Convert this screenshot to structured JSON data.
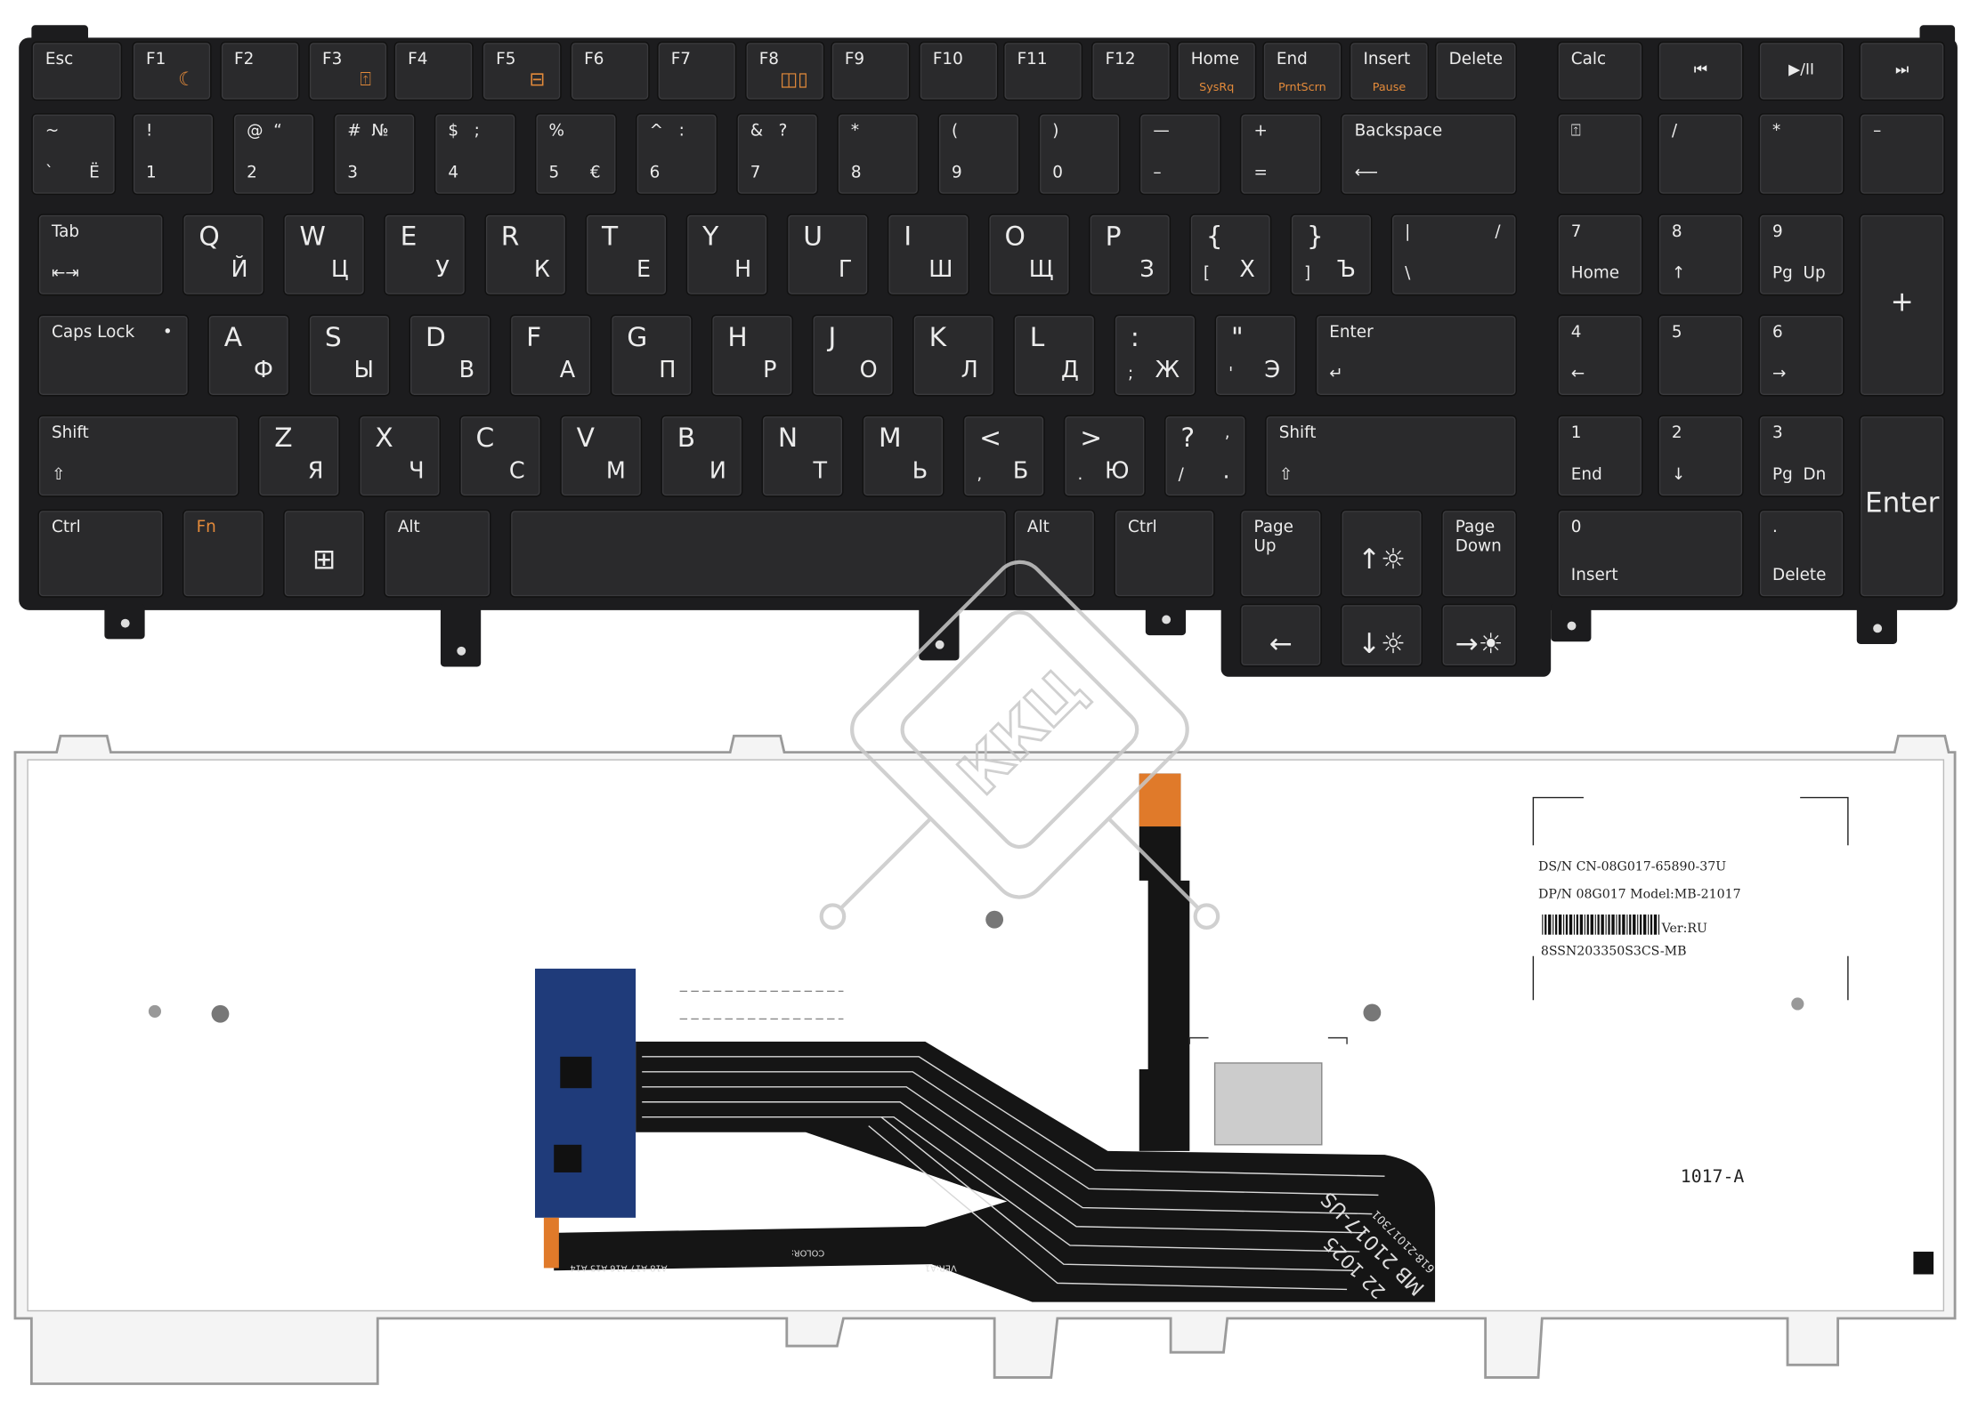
{
  "keyboard": {
    "fn_row": [
      {
        "t": "Esc"
      },
      {
        "t": "F1",
        "o": "☾",
        "icon": "moon-icon"
      },
      {
        "t": "F2"
      },
      {
        "t": "F3",
        "o": "⍐",
        "icon": "lock-icon"
      },
      {
        "t": "F4"
      },
      {
        "t": "F5",
        "o": "⊟",
        "icon": "touchpad-icon"
      },
      {
        "t": "F6"
      },
      {
        "t": "F7"
      },
      {
        "t": "F8",
        "o": "◫▯",
        "icon": "display-switch-icon"
      },
      {
        "t": "F9"
      },
      {
        "t": "F10"
      },
      {
        "t": "F11"
      },
      {
        "t": "F12"
      },
      {
        "t": "Home",
        "oc": "SysRq"
      },
      {
        "t": "End",
        "oc": "PrntScrn"
      },
      {
        "t": "Insert",
        "oc": "Pause"
      },
      {
        "t": "Delete"
      }
    ],
    "num_row": [
      {
        "t": "~",
        "b": "`",
        "br": "Ё"
      },
      {
        "t": "!",
        "b": "1"
      },
      {
        "t": "@  “",
        "b": "2"
      },
      {
        "t": "#  №",
        "b": "3"
      },
      {
        "t": "$   ;",
        "b": "4"
      },
      {
        "t": "%",
        "b": "5",
        "br": "€"
      },
      {
        "t": "^   :",
        "b": "6"
      },
      {
        "t": "&   ?",
        "b": "7"
      },
      {
        "t": "*",
        "b": "8"
      },
      {
        "t": "(",
        "b": "9"
      },
      {
        "t": ")",
        "b": "0"
      },
      {
        "t": "—",
        "b": "–"
      },
      {
        "t": "+",
        "b": "="
      },
      {
        "t": "Backspace",
        "b": "⟵"
      }
    ],
    "q_row": [
      {
        "t": "Tab",
        "b": "⇤⇥"
      },
      {
        "t": "Q",
        "br": "Й"
      },
      {
        "t": "W",
        "br": "Ц"
      },
      {
        "t": "E",
        "br": "У"
      },
      {
        "t": "R",
        "br": "К"
      },
      {
        "t": "T",
        "br": "Е"
      },
      {
        "t": "Y",
        "br": "Н"
      },
      {
        "t": "U",
        "br": "Г"
      },
      {
        "t": "I",
        "br": "Ш"
      },
      {
        "t": "O",
        "br": "Щ"
      },
      {
        "t": "P",
        "br": "З"
      },
      {
        "t": "{",
        "b": "[",
        "br": "Х"
      },
      {
        "t": "}",
        "b": "]",
        "br": "Ъ"
      },
      {
        "t": "|",
        "tr": "/",
        "b": "\\"
      }
    ],
    "a_row": [
      {
        "t": "Caps Lock",
        "tr": "•"
      },
      {
        "t": "A",
        "br": "Ф"
      },
      {
        "t": "S",
        "br": "Ы"
      },
      {
        "t": "D",
        "br": "В"
      },
      {
        "t": "F",
        "br": "А"
      },
      {
        "t": "G",
        "br": "П"
      },
      {
        "t": "H",
        "br": "Р"
      },
      {
        "t": "J",
        "br": "О"
      },
      {
        "t": "K",
        "br": "Л"
      },
      {
        "t": "L",
        "br": "Д"
      },
      {
        "t": ":",
        "b": ";",
        "br": "Ж"
      },
      {
        "t": "\"",
        "b": "'",
        "br": "Э"
      },
      {
        "t": "Enter",
        "b": "↵"
      }
    ],
    "z_row": [
      {
        "t": "Shift",
        "b": "⇧"
      },
      {
        "t": "Z",
        "br": "Я"
      },
      {
        "t": "X",
        "br": "Ч"
      },
      {
        "t": "C",
        "br": "С"
      },
      {
        "t": "V",
        "br": "М"
      },
      {
        "t": "B",
        "br": "И"
      },
      {
        "t": "N",
        "br": "Т"
      },
      {
        "t": "M",
        "br": "Ь"
      },
      {
        "t": "<",
        "b": ",",
        "br": "Б"
      },
      {
        "t": ">",
        "b": ".",
        "br": "Ю"
      },
      {
        "t": "?",
        "tr": ",",
        "b": "/",
        "br": "."
      },
      {
        "t": "Shift",
        "b": "⇧"
      }
    ],
    "bottom_row": [
      {
        "t": "Ctrl"
      },
      {
        "t": "Fn"
      },
      {
        "mid": "⊞",
        "icon": "windows-icon"
      },
      {
        "t": "Alt"
      },
      {
        "t": ""
      },
      {
        "t": "Alt"
      },
      {
        "t": "Ctrl"
      },
      {
        "t": "Page\nUp"
      },
      {
        "mid": "↑☼",
        "icon": "arrow-up-brightness-icon"
      },
      {
        "t": "Page\nDown"
      }
    ],
    "arrow_row": [
      {
        "mid": "←",
        "icon": "arrow-left-icon"
      },
      {
        "mid": "↓☼",
        "icon": "arrow-down-brightness-icon"
      },
      {
        "mid": "→☀",
        "icon": "arrow-right-kbd-light-icon"
      }
    ],
    "numpad": [
      {
        "t": "Calc"
      },
      {
        "ctr": "⏮"
      },
      {
        "ctr": "▶/II"
      },
      {
        "ctr": "⏭"
      },
      {
        "t": "⍐",
        "icon": "numlock-icon"
      },
      {
        "t": "/"
      },
      {
        "t": "*"
      },
      {
        "t": "–"
      },
      {
        "t": "7",
        "b": "Home"
      },
      {
        "t": "8",
        "b": "↑"
      },
      {
        "t": "9",
        "b": "Pg  Up"
      },
      {
        "mid": "+"
      },
      {
        "t": "4",
        "b": "←"
      },
      {
        "t": "5"
      },
      {
        "t": "6",
        "b": "→"
      },
      {
        "t": "1",
        "b": "End"
      },
      {
        "t": "2",
        "b": "↓"
      },
      {
        "t": "3",
        "b": "Pg  Dn"
      },
      {
        "mid": "Enter"
      },
      {
        "t": "0",
        "b": "Insert"
      },
      {
        "t": ".",
        "b": "Delete"
      }
    ]
  },
  "back": {
    "label": {
      "ds_n": "DS/N  CN-08G017-65890-37U",
      "dp_n": "DP/N  08G017  Model:MB-21017",
      "ver": "Ver:RU",
      "serial": "8SSN203350S3CS-MB"
    },
    "part_code": "1017-A",
    "flex_text_1": "MB 21017-US",
    "flex_text_2": "22 1025",
    "flex_text_3": "618-21017301",
    "flex_ver": "VER:A1",
    "flex_color": "COLOR:",
    "flex_pads": "A18  A17  A16  A15  A14"
  },
  "watermark": "ККЦ",
  "colors": {
    "key": "#2a2a2c",
    "accent": "#e38a3a",
    "body": "#1c1c1e",
    "pcb": "#1f3b7a"
  }
}
